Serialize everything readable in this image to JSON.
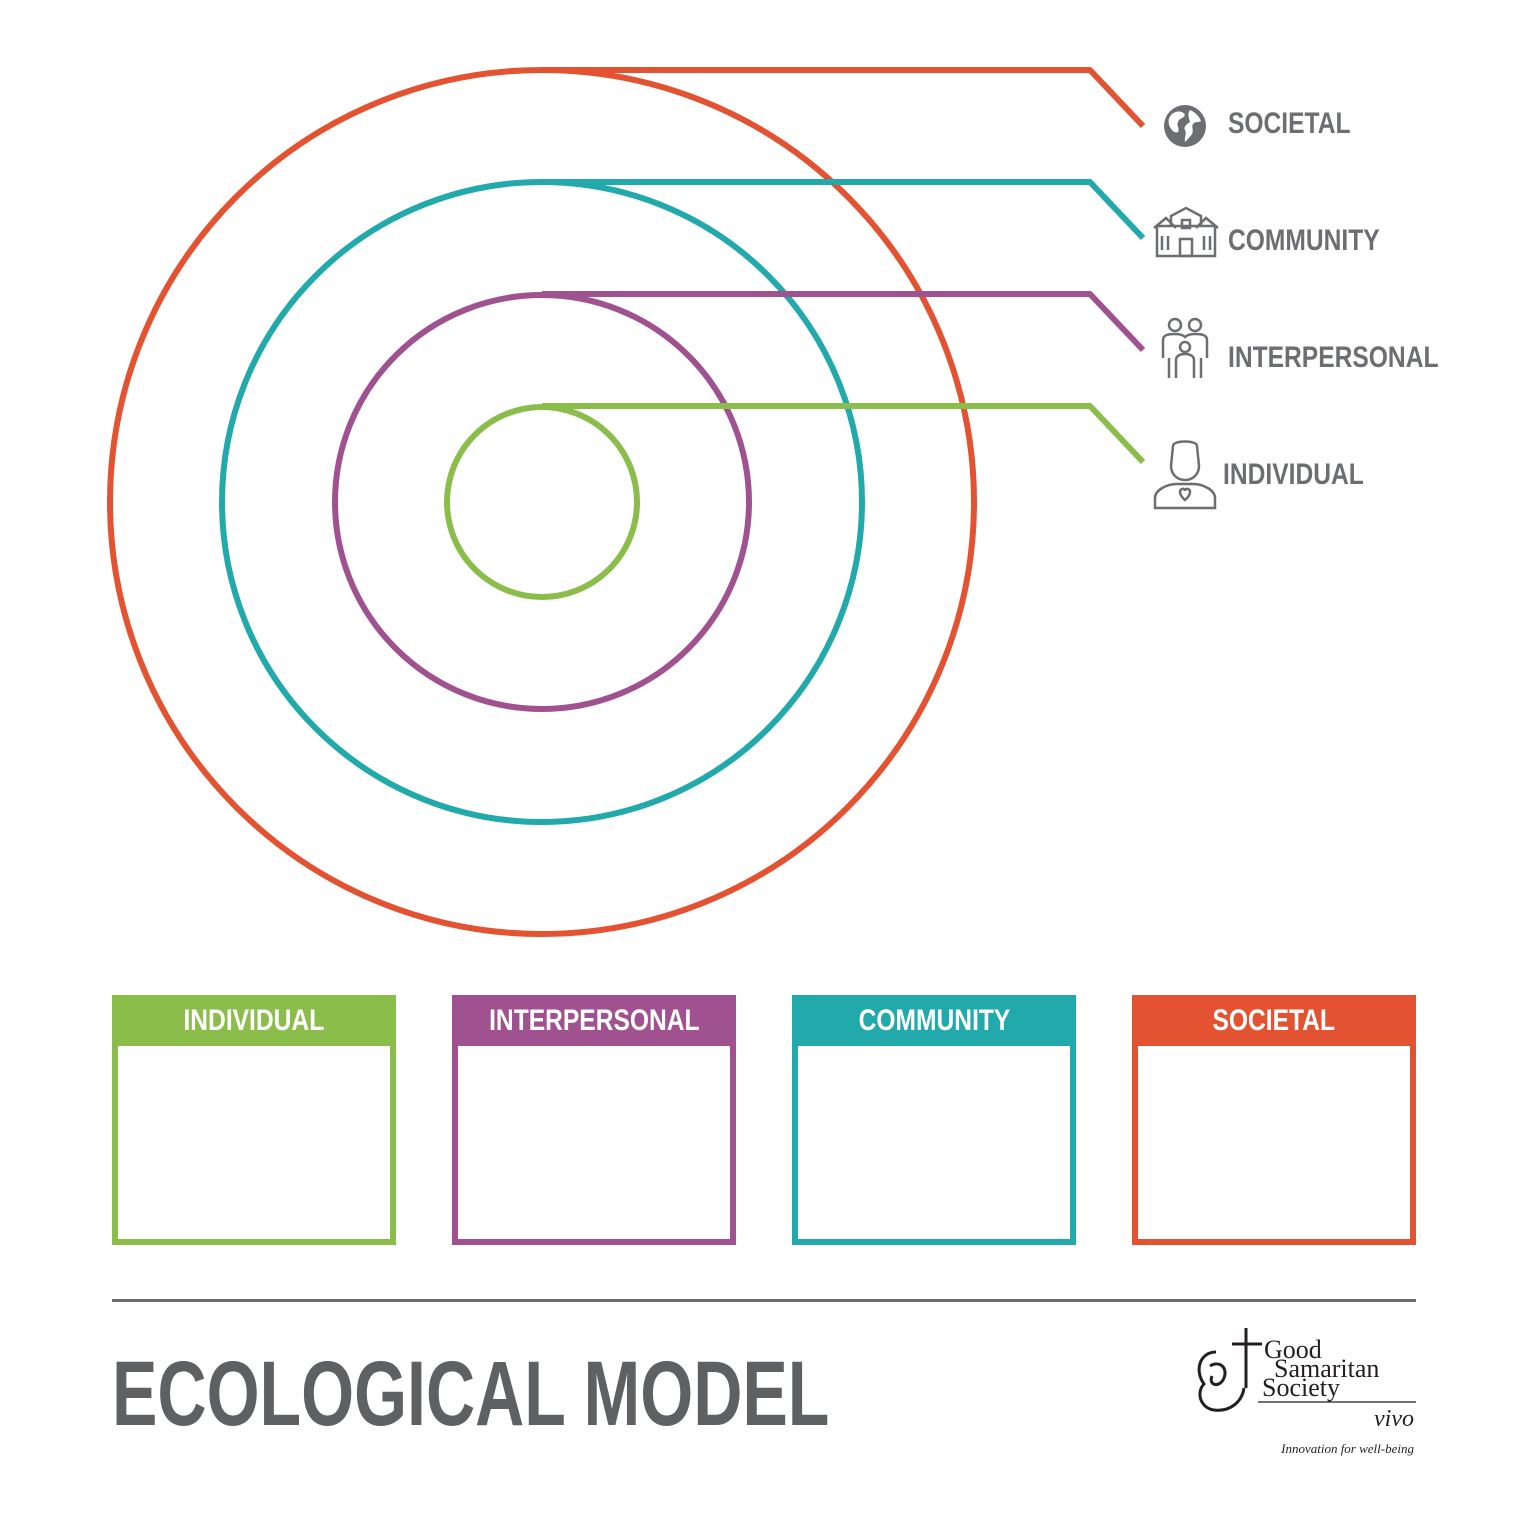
{
  "title": "ECOLOGICAL MODEL",
  "colors": {
    "individual": "#8bbd4b",
    "interpersonal": "#a05290",
    "community": "#21a9ac",
    "societal": "#e35332",
    "text": "#6d6e71"
  },
  "levels": [
    {
      "key": "societal",
      "label": "SOCIETAL",
      "icon": "globe-icon"
    },
    {
      "key": "community",
      "label": "COMMUNITY",
      "icon": "buildings-icon"
    },
    {
      "key": "interpersonal",
      "label": "INTERPERSONAL",
      "icon": "family-icon"
    },
    {
      "key": "individual",
      "label": "INDIVIDUAL",
      "icon": "person-heart-icon"
    }
  ],
  "boxes": [
    {
      "key": "individual",
      "label": "INDIVIDUAL"
    },
    {
      "key": "interpersonal",
      "label": "INTERPERSONAL"
    },
    {
      "key": "community",
      "label": "COMMUNITY"
    },
    {
      "key": "societal",
      "label": "SOCIETAL"
    }
  ],
  "logo": {
    "line1": "Good",
    "line2": "Samaritan",
    "line3": "Society",
    "sub": "vivo",
    "tagline": "Innovation for well-being"
  }
}
